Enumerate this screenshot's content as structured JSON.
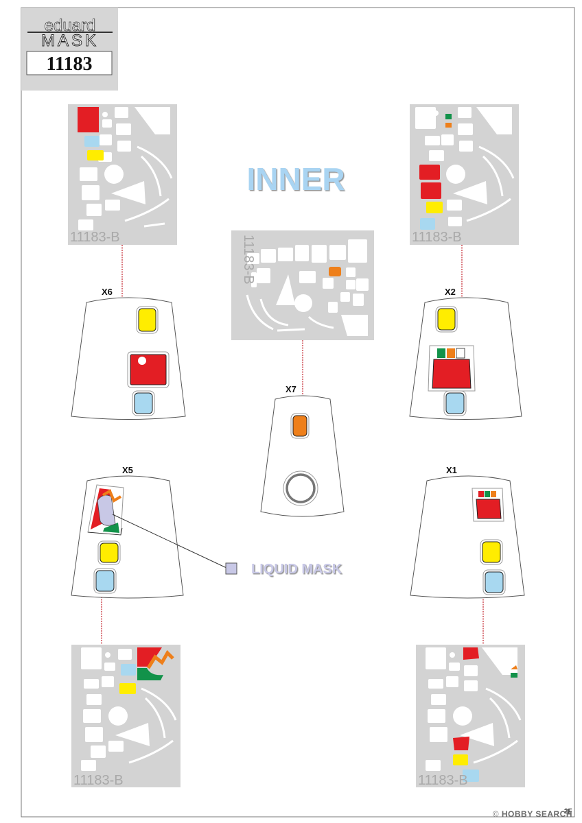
{
  "header": {
    "brand_top": "eduard",
    "brand_bottom": "MASK",
    "product_code": "11183"
  },
  "title": "INNER",
  "legend": {
    "liquid_mask_label": "LIQUID MASK"
  },
  "sheet_code": "11183-B",
  "parts": {
    "x6": "X6",
    "x2": "X2",
    "x7": "X7",
    "x5": "X5",
    "x1": "X1"
  },
  "page_number": "2F",
  "watermark": {
    "brand": "HOBBY SEARCH",
    "mark": "©"
  },
  "colors": {
    "red": "#e31e24",
    "yellow": "#ffed00",
    "blue": "#a8d8f0",
    "orange": "#ee7f1a",
    "green": "#12924a",
    "lilac": "#c8c8e6",
    "sheet_gray": "#d3d3d3",
    "title_blue": "#a9d4f2"
  }
}
